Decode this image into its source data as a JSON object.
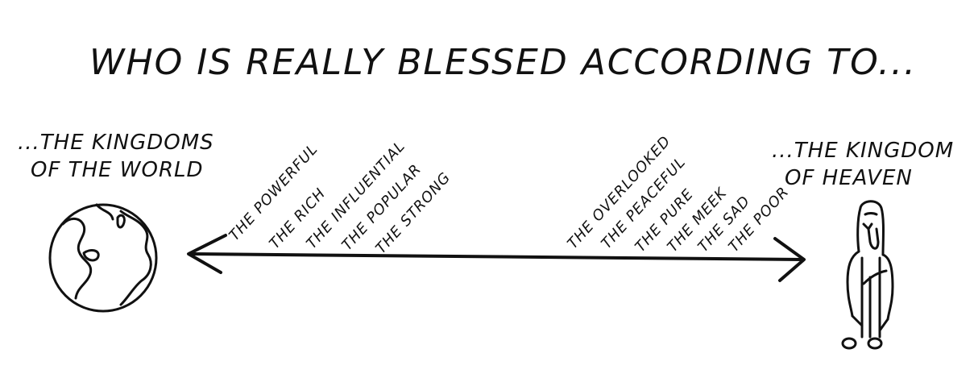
{
  "title": "Who is Really Blessed According to...",
  "left": {
    "label_line1": "...The Kingdoms",
    "label_line2": "of the World",
    "items": [
      "The Powerful",
      "The Rich",
      "The Influential",
      "The Popular",
      "The Strong"
    ],
    "icon": "globe-icon"
  },
  "right": {
    "label_line1": "...The Kingdom",
    "label_line2": "of Heaven",
    "items": [
      "The Overlooked",
      "The Peaceful",
      "The Pure",
      "The Meek",
      "The Sad",
      "The Poor"
    ],
    "icon": "jesus-figure-icon"
  },
  "colors": {
    "ink": "#111111",
    "background": "#ffffff"
  }
}
